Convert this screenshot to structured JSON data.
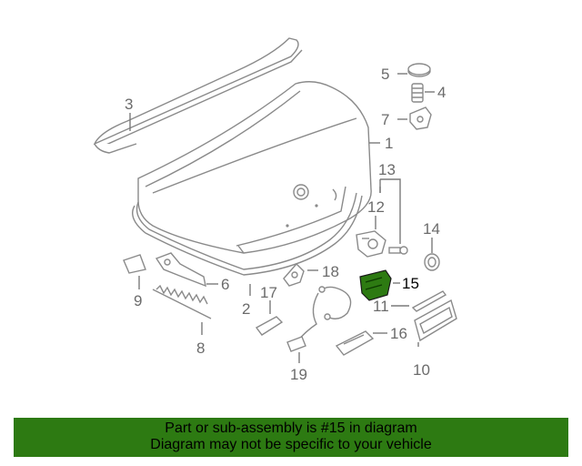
{
  "diagram": {
    "highlight_color": "#2d7a12",
    "callouts": [
      {
        "id": "c1",
        "text": "1",
        "highlighted": false
      },
      {
        "id": "c2",
        "text": "2",
        "highlighted": false
      },
      {
        "id": "c3",
        "text": "3",
        "highlighted": false
      },
      {
        "id": "c4",
        "text": "4",
        "highlighted": false
      },
      {
        "id": "c5",
        "text": "5",
        "highlighted": false
      },
      {
        "id": "c6",
        "text": "6",
        "highlighted": false
      },
      {
        "id": "c7",
        "text": "7",
        "highlighted": false
      },
      {
        "id": "c8",
        "text": "8",
        "highlighted": false
      },
      {
        "id": "c9",
        "text": "9",
        "highlighted": false
      },
      {
        "id": "c10",
        "text": "10",
        "highlighted": false
      },
      {
        "id": "c11",
        "text": "11",
        "highlighted": false
      },
      {
        "id": "c12",
        "text": "12",
        "highlighted": false
      },
      {
        "id": "c13",
        "text": "13",
        "highlighted": false
      },
      {
        "id": "c14",
        "text": "14",
        "highlighted": false
      },
      {
        "id": "c15",
        "text": "15",
        "highlighted": true
      },
      {
        "id": "c16",
        "text": "16",
        "highlighted": false
      },
      {
        "id": "c17",
        "text": "17",
        "highlighted": false
      },
      {
        "id": "c18",
        "text": "18",
        "highlighted": false
      },
      {
        "id": "c19",
        "text": "19",
        "highlighted": false
      }
    ]
  },
  "banner": {
    "line1": "Part or sub-assembly is #15 in diagram",
    "line2": "Diagram may not be specific to your vehicle",
    "background": "#2d7a12"
  }
}
